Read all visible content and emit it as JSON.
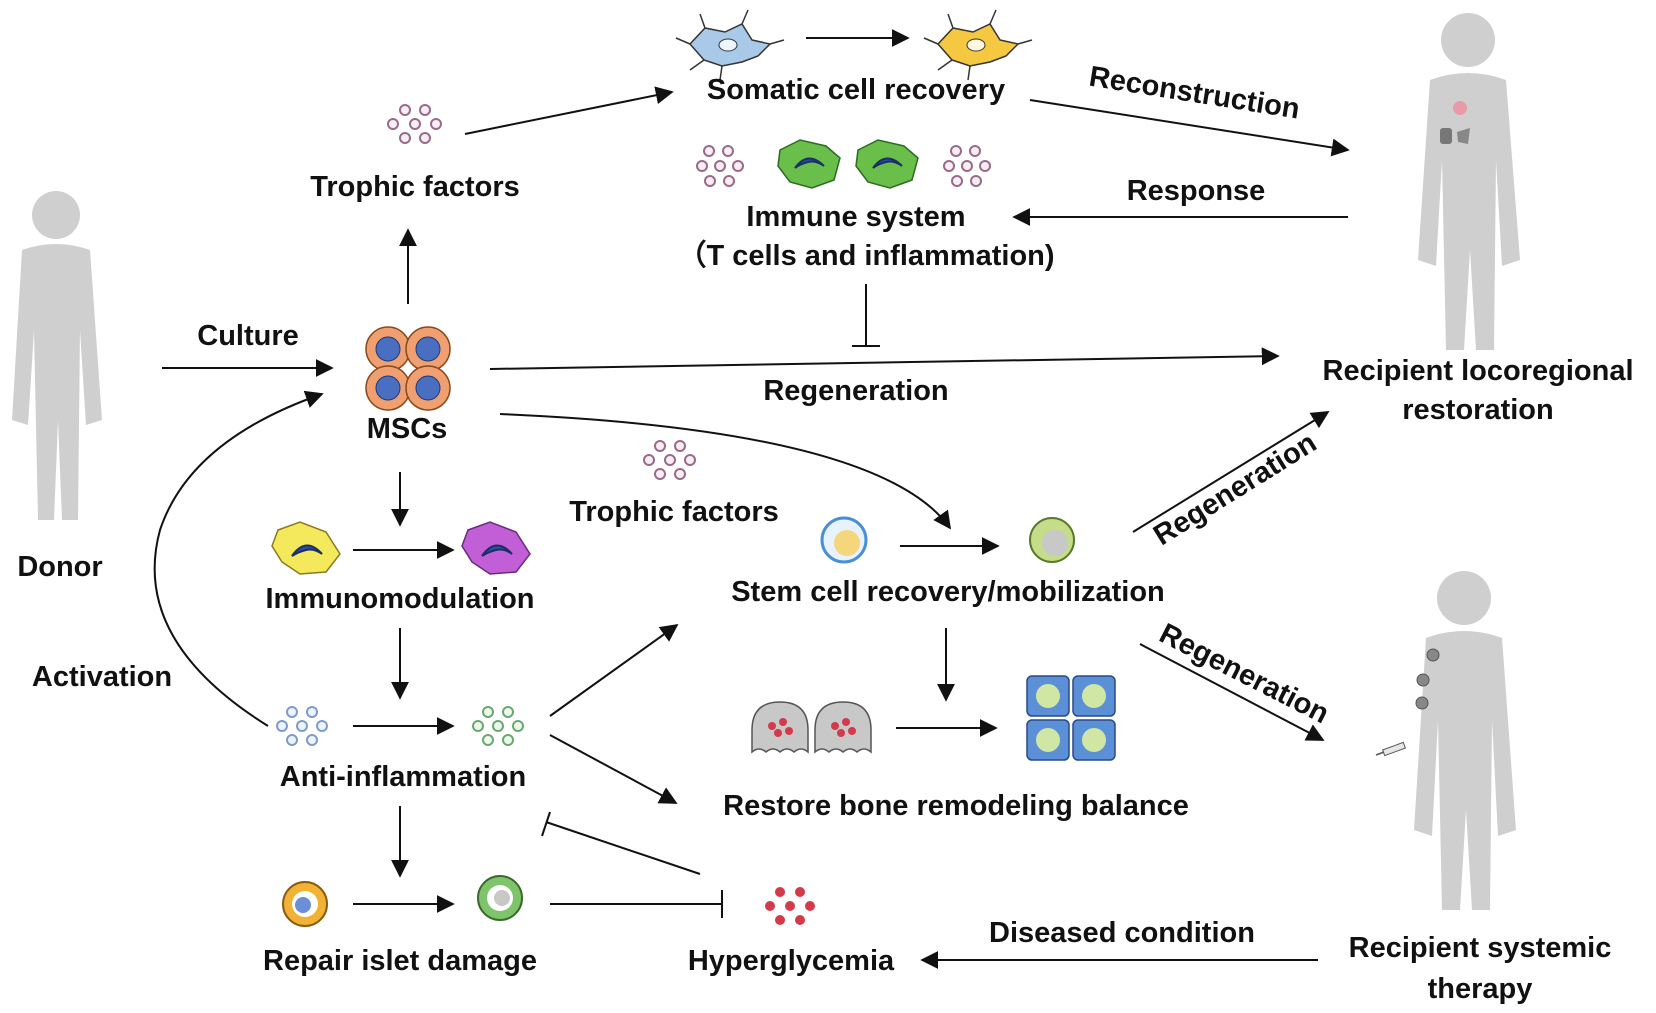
{
  "labels": {
    "donor": "Donor",
    "culture": "Culture",
    "activation": "Activation",
    "mscs": "MSCs",
    "trophic_factors_top": "Trophic factors",
    "somatic_cell_recovery": "Somatic cell recovery",
    "reconstruction": "Reconstruction",
    "response": "Response",
    "immune_system_line1": "Immune system",
    "immune_system_line2": "（T cells and inflammation)",
    "regeneration_center": "Regeneration",
    "recipient_locoregional_line1": "Recipient locoregional",
    "recipient_locoregional_line2": "restoration",
    "trophic_factors_mid": "Trophic factors",
    "immunomodulation": "Immunomodulation",
    "stem_cell_recovery": "Stem cell recovery/mobilization",
    "regeneration_upper_diag": "Regeneration",
    "regeneration_lower_diag": "Regeneration",
    "anti_inflammation": "Anti-inflammation",
    "restore_bone": "Restore bone remodeling balance",
    "repair_islet": "Repair islet damage",
    "hyperglycemia": "Hyperglycemia",
    "diseased_condition": "Diseased condition",
    "recipient_systemic_line1": "Recipient systemic",
    "recipient_systemic_line2": "therapy"
  },
  "icons": [
    "donor-figure-icon",
    "recipient-locoregional-figure-icon",
    "recipient-systemic-figure-icon",
    "msc-cluster-icon",
    "trophic-factor-dots-icon",
    "somatic-cell-icon",
    "immune-cell-icon",
    "macrophage-icon",
    "stem-cell-icon",
    "osteoclast-icon",
    "osteoblast-cluster-icon",
    "islet-cell-icon",
    "glucose-dots-icon",
    "syringe-icon"
  ],
  "colors": {
    "figure": "#cfcfcf",
    "msc_outer": "#f0a070",
    "msc_inner": "#4a6fc0",
    "immune_green": "#6abf4b",
    "cell_blue_nucleus": "#2e4fa0",
    "somatic_blue": "#a9c9e8",
    "somatic_yellow": "#f5c842",
    "immuno_yellow": "#f4e85c",
    "immuno_purple": "#c25fd6",
    "trophic_dot": "#9a6a8a",
    "anti_inflam_dot_blue": "#7f9bc8",
    "anti_inflam_dot_green": "#6aa870",
    "glucose_red": "#d33a4a",
    "osteoblast_blue": "#5b8fd6",
    "osteoblast_green": "#cfe6a4",
    "islet_orange": "#f2b233",
    "stem_yellow": "#f5d67c",
    "stem_blue": "#4a8fd6"
  }
}
